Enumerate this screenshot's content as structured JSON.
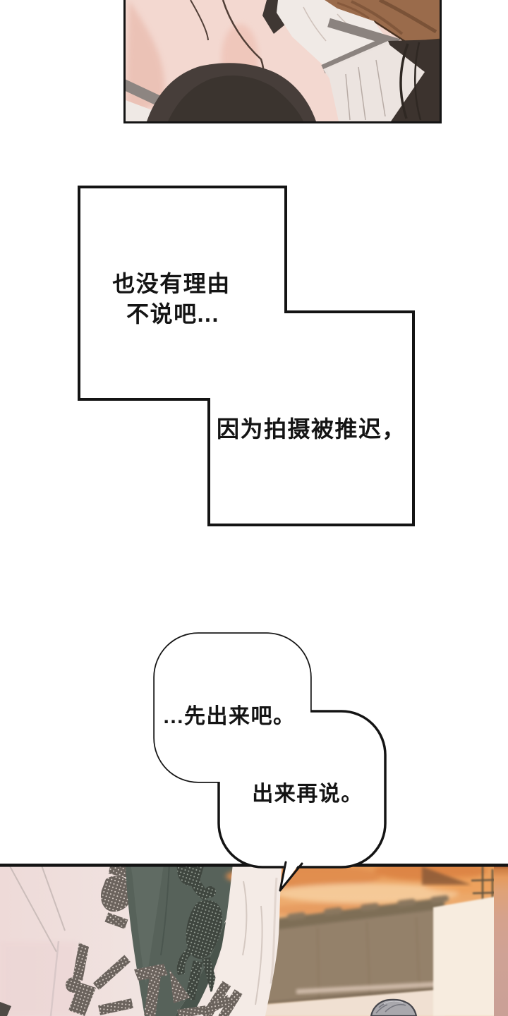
{
  "page": {
    "type": "webtoon-episode-page",
    "background": "#ffffff"
  },
  "dialogue": {
    "narration_box": {
      "line1": "也没有理由",
      "line2": "不说吧...",
      "line3": "因为拍摄被推迟，"
    },
    "speech_bubble": {
      "line1": "...先出来吧。",
      "line2": "出来再说。"
    }
  },
  "panels": {
    "top_panel_alt": "close-up of a character's neck and shirt collar, dark jacket and brown hair",
    "bottom_panel_alt": "foreground character with printed tote bag, sunset sky over a tiled roof, grey-haired person below"
  },
  "palette": {
    "ink": "#141414",
    "bubble_fill": "#ffffff",
    "skin": "#f3d8d0",
    "jacket_dark": "#473e3a",
    "hair_brown": "#9a6b4b",
    "bag_green": "#57625a",
    "sky_orange": "#eeae72",
    "cloud_orange": "#e08c4c",
    "roof_brown": "#94816a",
    "wall_cream": "#f7ecdf",
    "strip_mauve": "#cfa295"
  }
}
